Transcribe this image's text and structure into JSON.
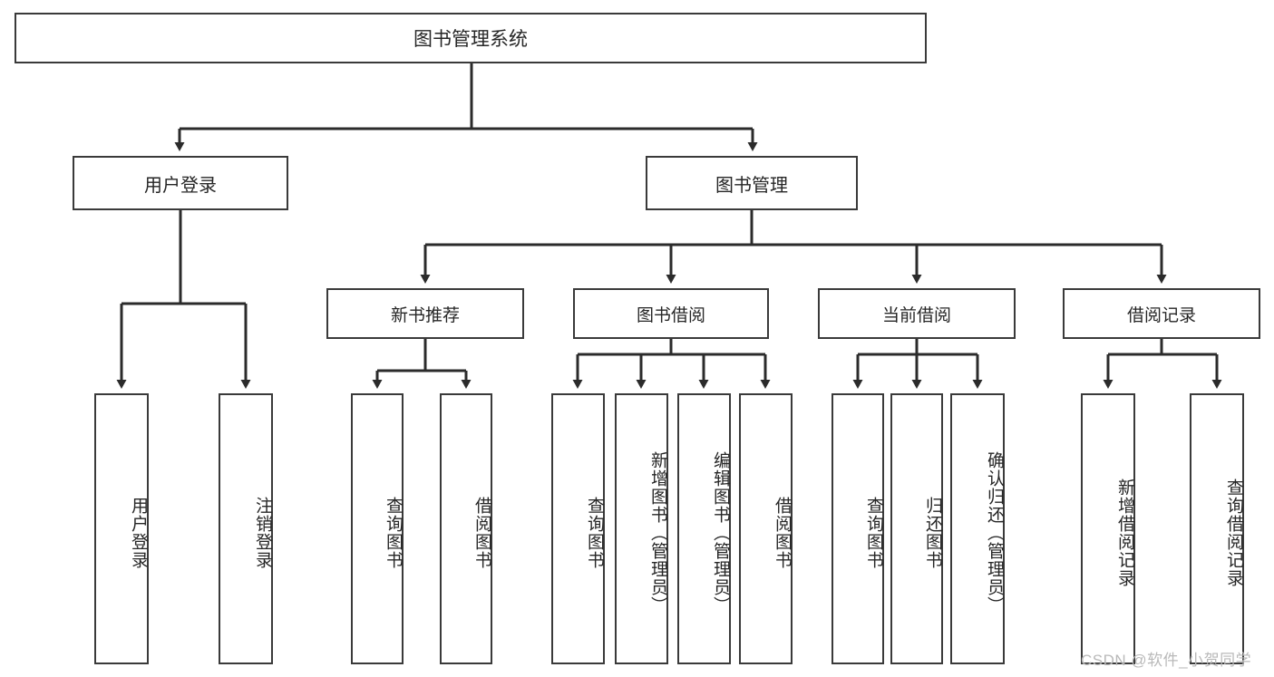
{
  "diagram": {
    "title": "图书管理系统",
    "type": "tree-hierarchy-flowchart",
    "colors": {
      "background": "#ffffff",
      "box_border": "#3a3a3a",
      "box_fill": "#ffffff",
      "connector": "#2b2b2b",
      "text": "#262626",
      "watermark": "#b9b9b9"
    },
    "root": {
      "id": "root",
      "label": "图书管理系统"
    },
    "level1": [
      {
        "id": "user-login",
        "label": "用户登录"
      },
      {
        "id": "book-manage",
        "label": "图书管理"
      }
    ],
    "level2": [
      {
        "id": "new-book-recommend",
        "label": "新书推荐",
        "parent": "book-manage"
      },
      {
        "id": "book-borrow",
        "label": "图书借阅",
        "parent": "book-manage"
      },
      {
        "id": "current-borrow",
        "label": "当前借阅",
        "parent": "book-manage"
      },
      {
        "id": "borrow-record",
        "label": "借阅记录",
        "parent": "book-manage"
      }
    ],
    "leaves": [
      {
        "id": "leaf-user-login",
        "label": "用户登录",
        "parent": "user-login"
      },
      {
        "id": "leaf-user-logout",
        "label": "注销登录",
        "parent": "user-login"
      },
      {
        "id": "leaf-query-book-1",
        "label": "查询图书",
        "parent": "new-book-recommend"
      },
      {
        "id": "leaf-borrow-book-1",
        "label": "借阅图书",
        "parent": "new-book-recommend"
      },
      {
        "id": "leaf-query-book-2",
        "label": "查询图书",
        "parent": "book-borrow"
      },
      {
        "id": "leaf-add-book",
        "label": "新增图书（管理员）",
        "parent": "book-borrow"
      },
      {
        "id": "leaf-edit-book",
        "label": "编辑图书（管理员）",
        "parent": "book-borrow"
      },
      {
        "id": "leaf-borrow-book-2",
        "label": "借阅图书",
        "parent": "book-borrow"
      },
      {
        "id": "leaf-query-book-3",
        "label": "查询图书",
        "parent": "current-borrow"
      },
      {
        "id": "leaf-return-book",
        "label": "归还图书",
        "parent": "current-borrow"
      },
      {
        "id": "leaf-confirm-return",
        "label": "确认归还（管理员）",
        "parent": "current-borrow"
      },
      {
        "id": "leaf-add-record",
        "label": "新增借阅记录",
        "parent": "borrow-record"
      },
      {
        "id": "leaf-query-record",
        "label": "查询借阅记录",
        "parent": "borrow-record"
      }
    ],
    "watermark": "CSDN @软件_小贺同学"
  }
}
